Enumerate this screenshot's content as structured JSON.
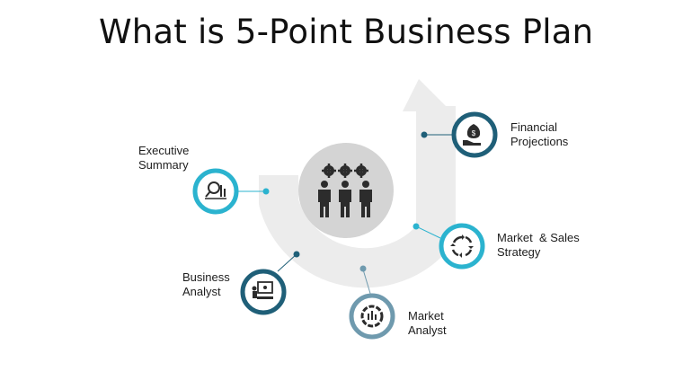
{
  "title": "What is 5-Point Business Plan",
  "items": [
    {
      "line1": "Executive",
      "line2": "Summary",
      "icon": "magnifier-chart-icon",
      "color": "#2bb3cf"
    },
    {
      "line1": "Business",
      "line2": "Analyst",
      "icon": "presentation-board-icon",
      "color": "#1f5f78"
    },
    {
      "line1": "Market",
      "line2": "Analyst",
      "icon": "pie-chart-icon",
      "color": "#6f9aae"
    },
    {
      "line1": "Market  & Sales",
      "line2": "Strategy",
      "icon": "cycle-arrows-icon",
      "color": "#2bb3cf"
    },
    {
      "line1": "Financial",
      "line2": "Projections",
      "icon": "money-bag-hand-icon",
      "color": "#1f5f78"
    }
  ],
  "center_icon": "team-gears-icon",
  "colors": {
    "arrow": "#ececec",
    "center_disc": "#d4d4d4",
    "dark": "#1f5f78",
    "light": "#2bb3cf",
    "muted": "#6f9aae",
    "icon": "#2c2c2c"
  }
}
